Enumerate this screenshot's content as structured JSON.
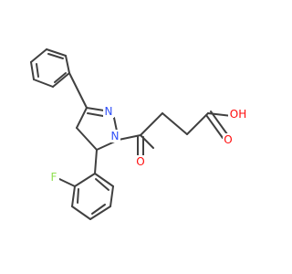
{
  "molecule": {
    "atoms": {
      "nitrogen_1": "N",
      "nitrogen_2": "N",
      "carbonyl_oxygen_ketone": "O",
      "carbonyl_oxygen_acid": "O",
      "hydroxyl": "OH",
      "fluorine": "F"
    },
    "colors": {
      "bond": "#404040",
      "nitrogen": "#3050f8",
      "oxygen": "#ff0d0d",
      "fluorine": "#90e050"
    }
  }
}
